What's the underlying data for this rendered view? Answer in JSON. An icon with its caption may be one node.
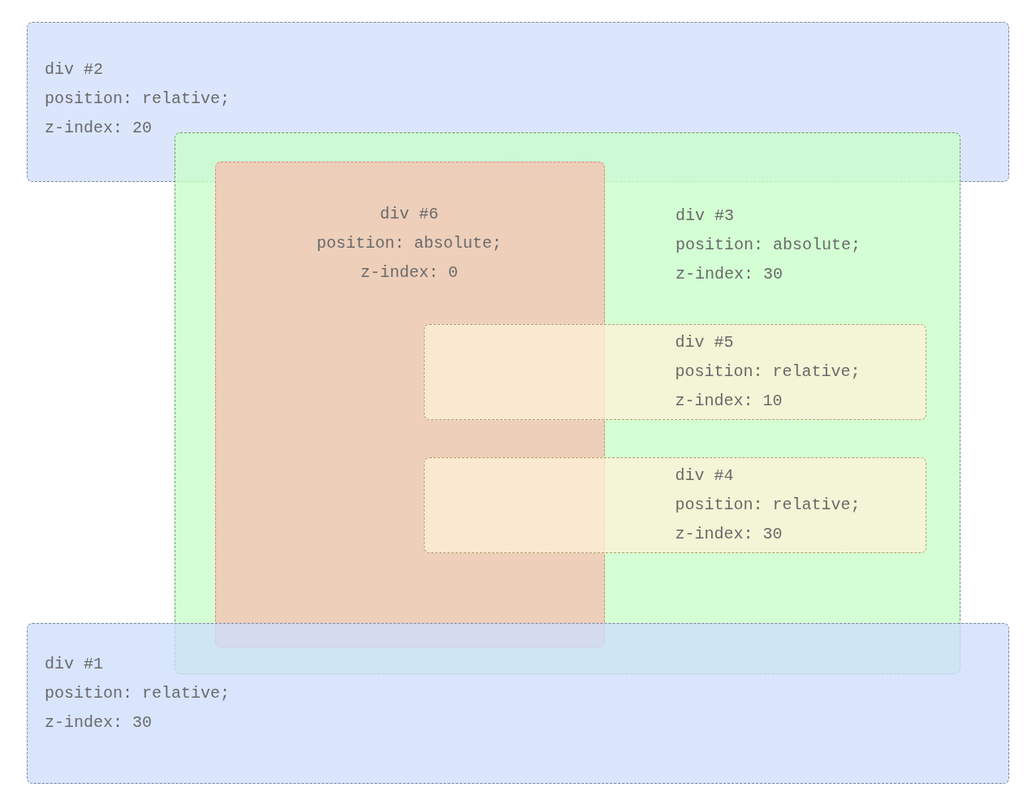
{
  "diagram": {
    "nodes": [
      {
        "text": [
          "div #2",
          "position: relative;",
          "z-index: 20"
        ]
      },
      {
        "text": [
          "div #3",
          "position: absolute;",
          "z-index: 30"
        ]
      },
      {
        "text": [
          "div #6",
          "position: absolute;",
          "z-index: 0"
        ],
        "in": 1
      },
      {
        "text": [
          "div #5",
          "position: relative;",
          "z-index: 10"
        ],
        "in": 1
      },
      {
        "text": [
          "div #4",
          "position: relative;",
          "z-index: 30"
        ],
        "in": 1
      },
      {
        "text": [
          "div #1",
          "position: relative;",
          "z-index: 30"
        ]
      }
    ],
    "edges": []
  }
}
